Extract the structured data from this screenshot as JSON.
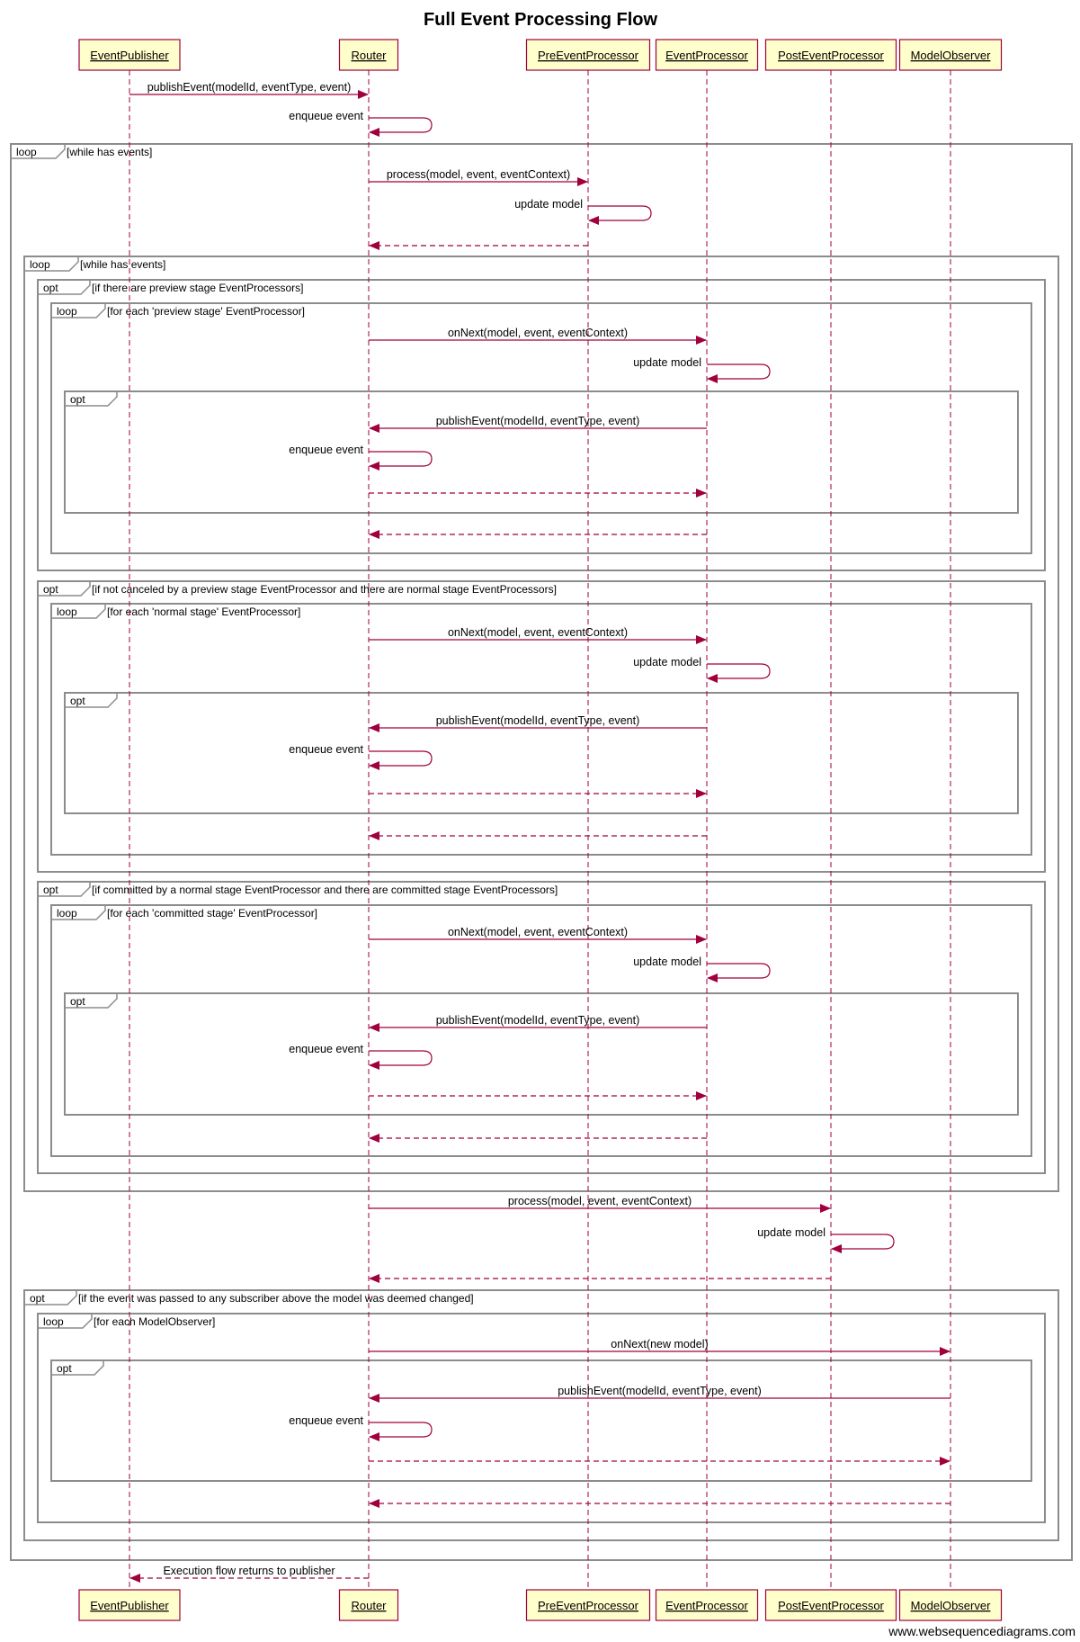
{
  "title": "Full Event Processing Flow",
  "watermark": "www.websequencediagrams.com",
  "colors": {
    "arrow": "#a0003c",
    "participant_fill": "#ffffcc",
    "participant_border": "#a0003c",
    "frame": "#8c8c8c",
    "text": "#000000"
  },
  "participants": [
    "EventPublisher",
    "Router",
    "PreEventProcessor",
    "EventProcessor",
    "PostEventProcessor",
    "ModelObserver"
  ],
  "frames": [
    {
      "kind": "loop",
      "guard": "[while has events]"
    },
    {
      "kind": "loop",
      "guard": "[while has events]"
    },
    {
      "kind": "opt",
      "guard": "[if there are preview stage EventProcessors]"
    },
    {
      "kind": "loop",
      "guard": "[for each 'preview stage' EventProcessor]"
    },
    {
      "kind": "opt",
      "guard": ""
    },
    {
      "kind": "opt",
      "guard": "[if not canceled by a preview stage EventProcessor and there are normal stage EventProcessors]"
    },
    {
      "kind": "loop",
      "guard": "[for each 'normal stage' EventProcessor]"
    },
    {
      "kind": "opt",
      "guard": ""
    },
    {
      "kind": "opt",
      "guard": "[if committed by a normal stage EventProcessor and there are committed stage EventProcessors]"
    },
    {
      "kind": "loop",
      "guard": "[for each 'committed stage' EventProcessor]"
    },
    {
      "kind": "opt",
      "guard": ""
    },
    {
      "kind": "opt",
      "guard": "[if the event was passed to any subscriber above the model was deemed changed]"
    },
    {
      "kind": "loop",
      "guard": "[for each ModelObserver]"
    },
    {
      "kind": "opt",
      "guard": ""
    }
  ],
  "messages": [
    {
      "from": "EventPublisher",
      "to": "Router",
      "label": "publishEvent(modelId, eventType, event)",
      "type": "sync"
    },
    {
      "from": "Router",
      "to": "Router",
      "label": "enqueue event",
      "type": "self"
    },
    {
      "from": "Router",
      "to": "PreEventProcessor",
      "label": "process(model, event, eventContext)",
      "type": "sync"
    },
    {
      "from": "PreEventProcessor",
      "to": "PreEventProcessor",
      "label": "update model",
      "type": "self"
    },
    {
      "from": "PreEventProcessor",
      "to": "Router",
      "label": "",
      "type": "return"
    },
    {
      "from": "Router",
      "to": "EventProcessor",
      "label": "onNext(model, event, eventContext)",
      "type": "sync"
    },
    {
      "from": "EventProcessor",
      "to": "EventProcessor",
      "label": "update model",
      "type": "self"
    },
    {
      "from": "EventProcessor",
      "to": "Router",
      "label": "publishEvent(modelId, eventType, event)",
      "type": "sync"
    },
    {
      "from": "Router",
      "to": "Router",
      "label": "enqueue event",
      "type": "self"
    },
    {
      "from": "Router",
      "to": "EventProcessor",
      "label": "",
      "type": "return"
    },
    {
      "from": "EventProcessor",
      "to": "Router",
      "label": "",
      "type": "return"
    },
    {
      "from": "Router",
      "to": "EventProcessor",
      "label": "onNext(model, event, eventContext)",
      "type": "sync"
    },
    {
      "from": "EventProcessor",
      "to": "EventProcessor",
      "label": "update model",
      "type": "self"
    },
    {
      "from": "EventProcessor",
      "to": "Router",
      "label": "publishEvent(modelId, eventType, event)",
      "type": "sync"
    },
    {
      "from": "Router",
      "to": "Router",
      "label": "enqueue event",
      "type": "self"
    },
    {
      "from": "Router",
      "to": "EventProcessor",
      "label": "",
      "type": "return"
    },
    {
      "from": "EventProcessor",
      "to": "Router",
      "label": "",
      "type": "return"
    },
    {
      "from": "Router",
      "to": "EventProcessor",
      "label": "onNext(model, event, eventContext)",
      "type": "sync"
    },
    {
      "from": "EventProcessor",
      "to": "EventProcessor",
      "label": "update model",
      "type": "self"
    },
    {
      "from": "EventProcessor",
      "to": "Router",
      "label": "publishEvent(modelId, eventType, event)",
      "type": "sync"
    },
    {
      "from": "Router",
      "to": "Router",
      "label": "enqueue event",
      "type": "self"
    },
    {
      "from": "Router",
      "to": "EventProcessor",
      "label": "",
      "type": "return"
    },
    {
      "from": "EventProcessor",
      "to": "Router",
      "label": "",
      "type": "return"
    },
    {
      "from": "Router",
      "to": "PostEventProcessor",
      "label": "process(model, event, eventContext)",
      "type": "sync"
    },
    {
      "from": "PostEventProcessor",
      "to": "PostEventProcessor",
      "label": "update model",
      "type": "self"
    },
    {
      "from": "PostEventProcessor",
      "to": "Router",
      "label": "",
      "type": "return"
    },
    {
      "from": "Router",
      "to": "ModelObserver",
      "label": "onNext(new model)",
      "type": "sync"
    },
    {
      "from": "ModelObserver",
      "to": "Router",
      "label": "publishEvent(modelId, eventType, event)",
      "type": "sync"
    },
    {
      "from": "Router",
      "to": "Router",
      "label": "enqueue event",
      "type": "self"
    },
    {
      "from": "Router",
      "to": "ModelObserver",
      "label": "",
      "type": "return"
    },
    {
      "from": "ModelObserver",
      "to": "Router",
      "label": "",
      "type": "return"
    },
    {
      "from": "Router",
      "to": "EventPublisher",
      "label": "Execution flow returns to publisher",
      "type": "return"
    }
  ]
}
